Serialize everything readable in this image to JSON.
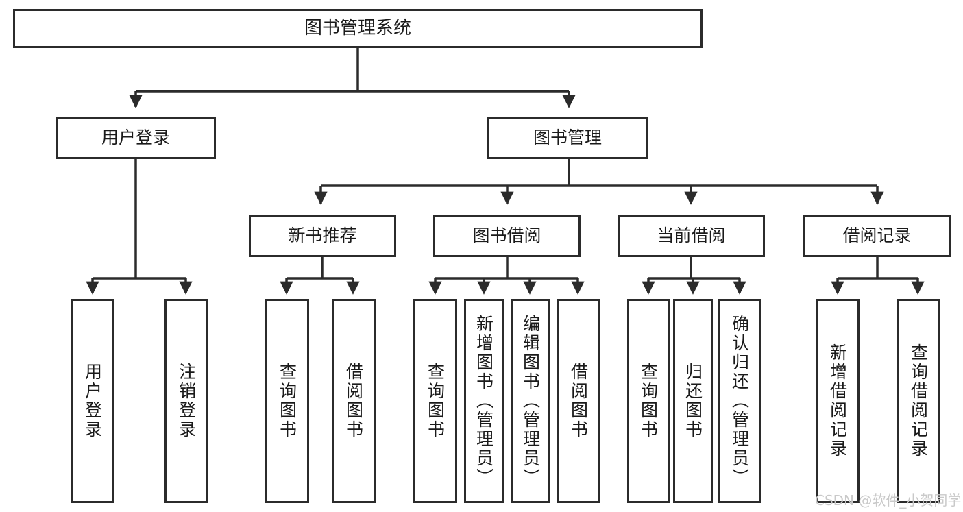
{
  "diagram": {
    "type": "tree",
    "title": "图书管理系统",
    "colors": {
      "box_border": "#2b2b2b",
      "box_fill": "#ffffff",
      "edge": "#2b2b2b",
      "text": "#1a1a1a",
      "watermark": "#c9c9c9",
      "background": "#ffffff"
    },
    "watermark": "CSDN @软件_小贺同学",
    "nodes": {
      "root": {
        "label": "图书管理系统"
      },
      "level2": [
        {
          "id": "user-login",
          "label": "用户登录"
        },
        {
          "id": "book-manage",
          "label": "图书管理"
        }
      ],
      "level3": [
        {
          "id": "new-book-rec",
          "label": "新书推荐"
        },
        {
          "id": "book-borrow",
          "label": "图书借阅"
        },
        {
          "id": "current-borrow",
          "label": "当前借阅"
        },
        {
          "id": "borrow-record",
          "label": "借阅记录"
        }
      ],
      "leaves": [
        {
          "id": "leaf-user-login",
          "label": "用户登录",
          "parent": "user-login"
        },
        {
          "id": "leaf-user-logout",
          "label": "注销登录",
          "parent": "user-login"
        },
        {
          "id": "leaf-query-book-1",
          "label": "查询图书",
          "parent": "new-book-rec"
        },
        {
          "id": "leaf-borrow-book-1",
          "label": "借阅图书",
          "parent": "new-book-rec"
        },
        {
          "id": "leaf-query-book-2",
          "label": "查询图书",
          "parent": "book-borrow"
        },
        {
          "id": "leaf-add-book",
          "label": "新增图书（管理员）",
          "parent": "book-borrow"
        },
        {
          "id": "leaf-edit-book",
          "label": "编辑图书（管理员）",
          "parent": "book-borrow"
        },
        {
          "id": "leaf-borrow-book-2",
          "label": "借阅图书",
          "parent": "book-borrow"
        },
        {
          "id": "leaf-query-book-3",
          "label": "查询图书",
          "parent": "current-borrow"
        },
        {
          "id": "leaf-return-book",
          "label": "归还图书",
          "parent": "current-borrow"
        },
        {
          "id": "leaf-confirm-return",
          "label": "确认归还（管理员）",
          "parent": "current-borrow"
        },
        {
          "id": "leaf-add-record",
          "label": "新增借阅记录",
          "parent": "borrow-record"
        },
        {
          "id": "leaf-query-record",
          "label": "查询借阅记录",
          "parent": "borrow-record"
        }
      ]
    }
  }
}
